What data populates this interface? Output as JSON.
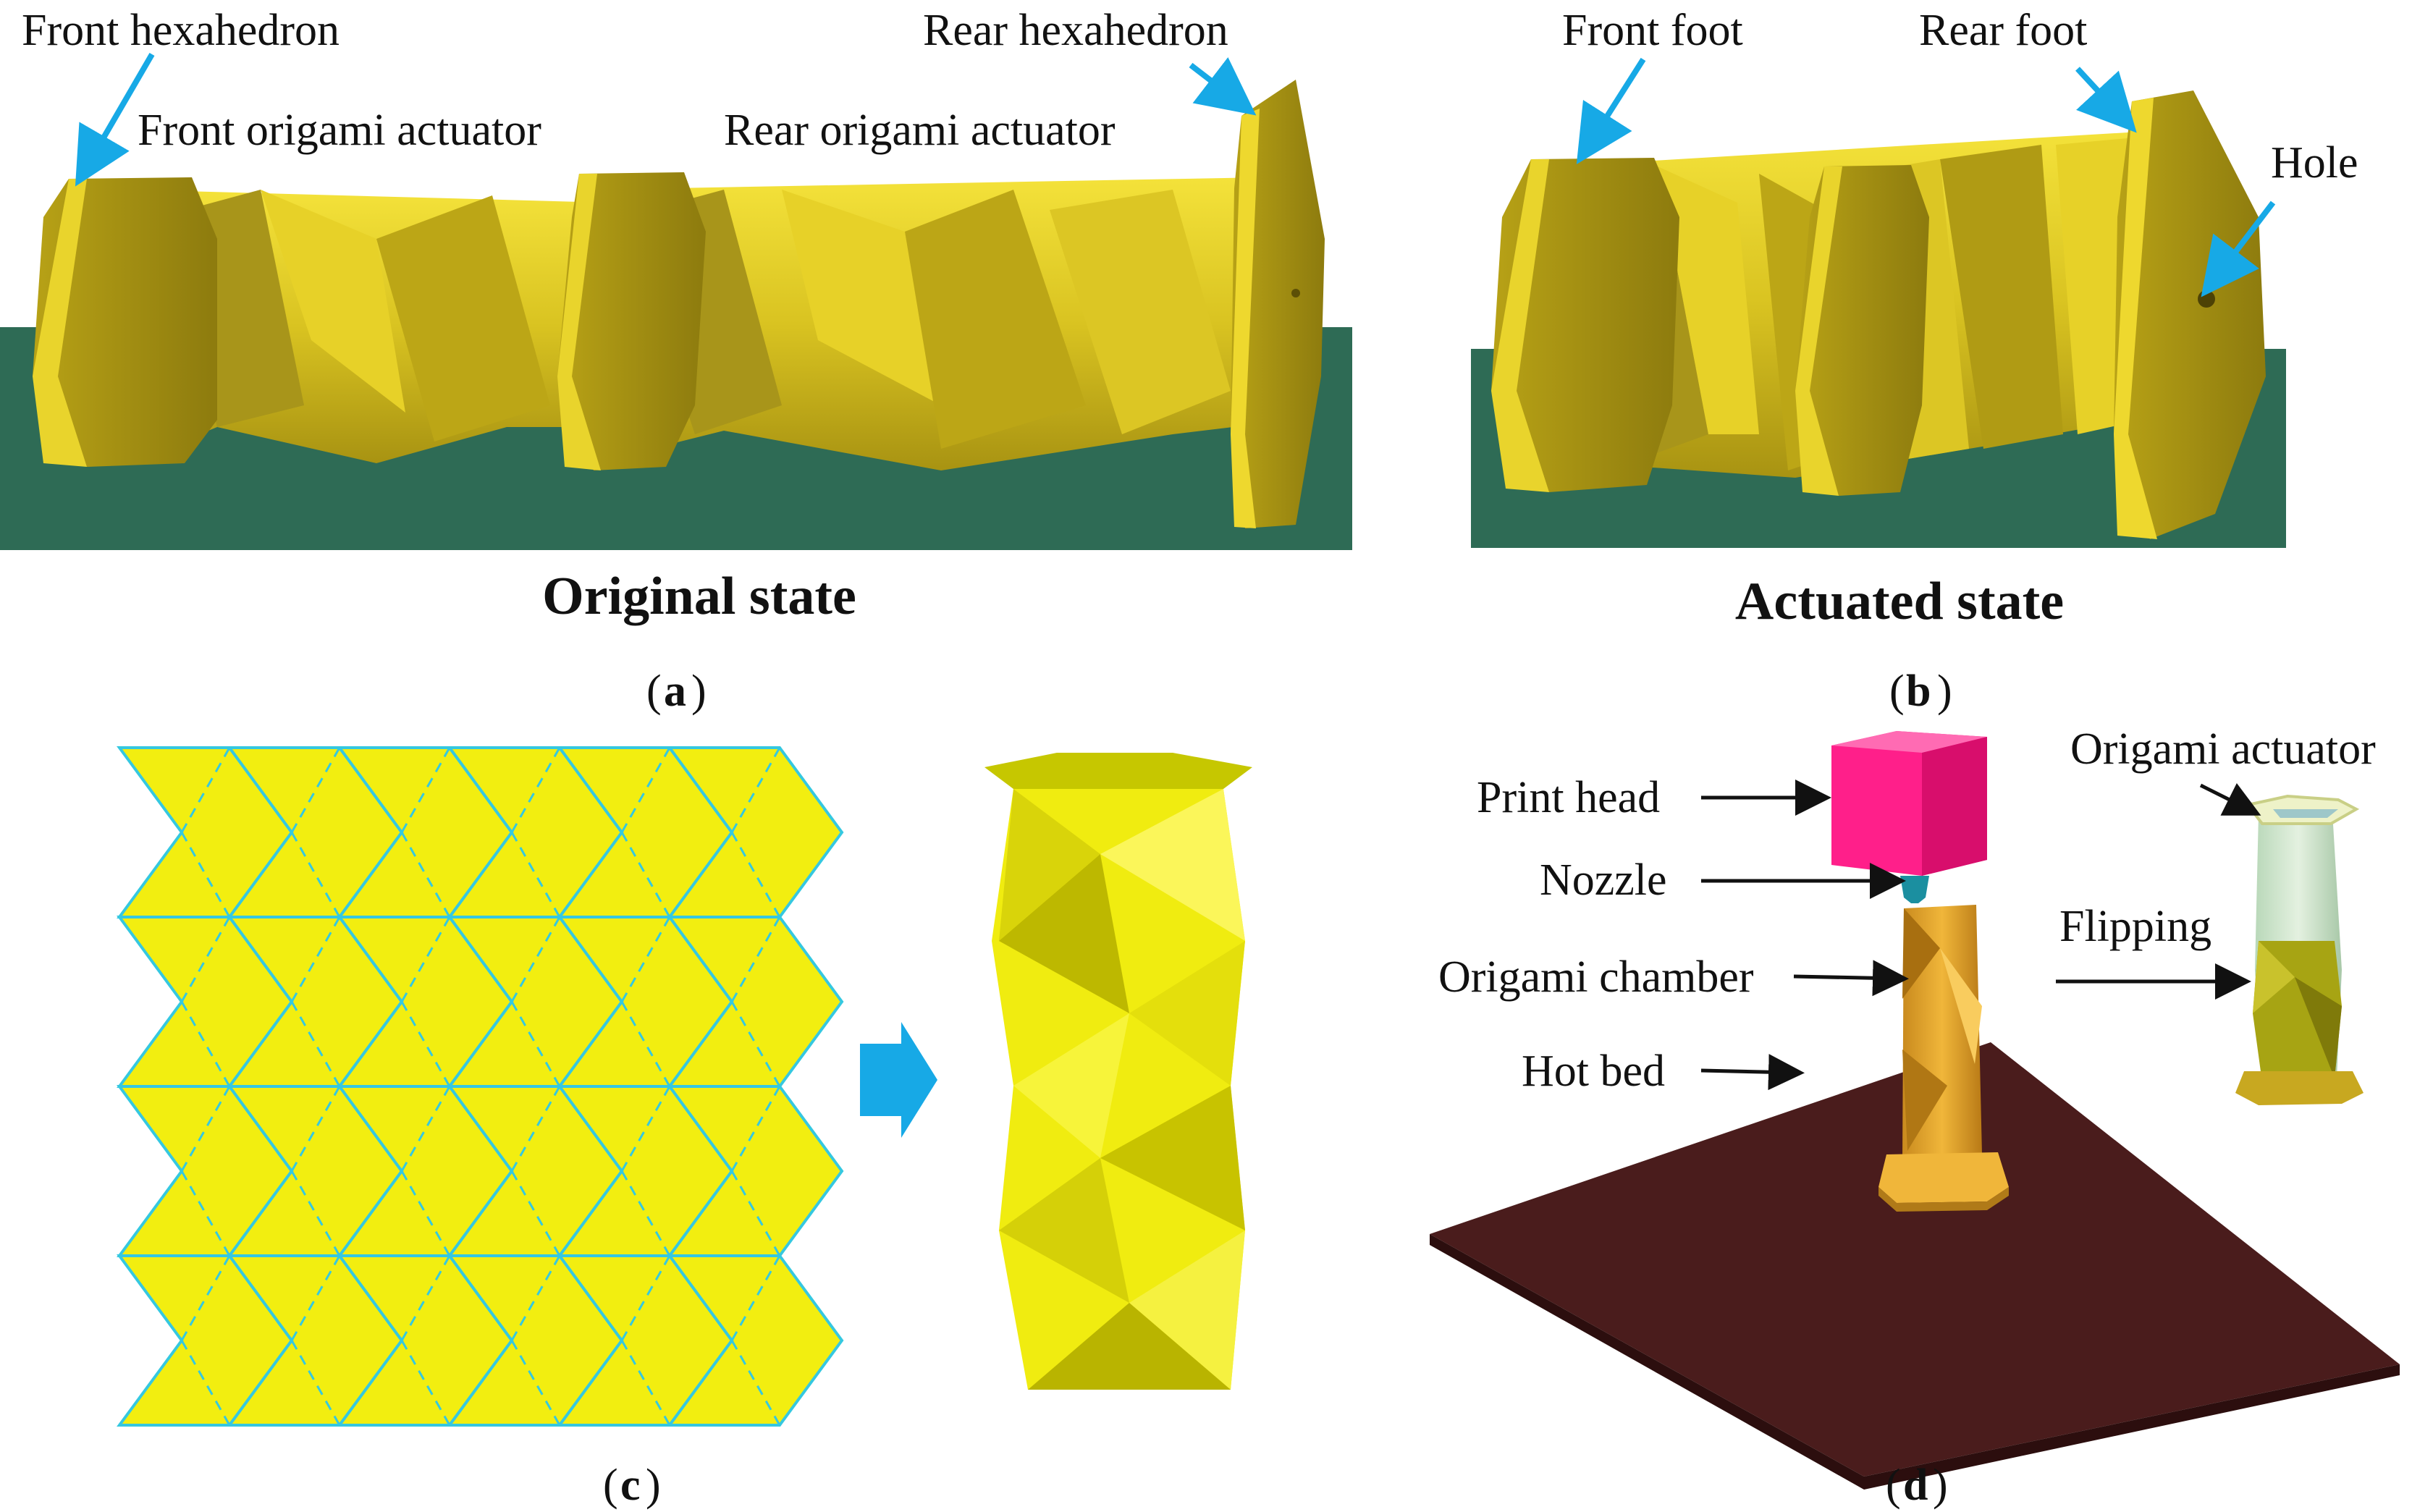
{
  "panel_a": {
    "labels": {
      "front_hexahedron": "Front hexahedron",
      "rear_hexahedron": "Rear hexahedron",
      "front_actuator": "Front origami actuator",
      "rear_actuator": "Rear origami actuator"
    },
    "caption": "Original state",
    "letter": "a"
  },
  "panel_b": {
    "labels": {
      "front_foot": "Front foot",
      "rear_foot": "Rear foot",
      "hole": "Hole"
    },
    "caption": "Actuated state",
    "letter": "b"
  },
  "panel_c": {
    "letter": "c"
  },
  "panel_d": {
    "labels": {
      "print_head": "Print head",
      "nozzle": "Nozzle",
      "origami_chamber": "Origami chamber",
      "hot_bed": "Hot bed",
      "origami_actuator": "Origami actuator",
      "flipping": "Flipping"
    },
    "letter": "d"
  },
  "colors": {
    "ground": "#2e6b55",
    "gold": "#c9b21a",
    "yellow": "#f2ee10",
    "crease": "#35c8e0",
    "arrow_blue": "#17a9e6",
    "print_head": "#ff1f8a",
    "chamber": "#e5a830",
    "bed": "#4a1c1c"
  }
}
